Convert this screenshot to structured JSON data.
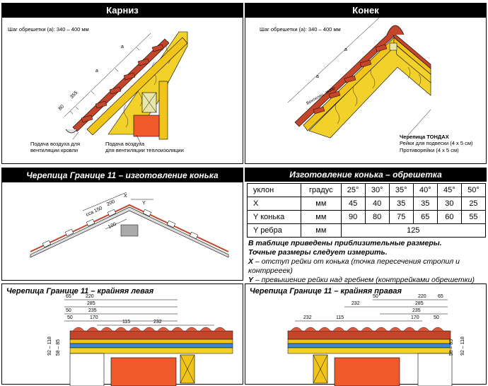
{
  "eaves": {
    "title": "Карниз",
    "pitch_note": "Шаг обрешетки (а): 340 – 400 мм",
    "dim_80": "80",
    "dim_355": "355",
    "dim_a": "а",
    "note_left": "Подача воздуха для\nвентиляции кровли",
    "note_right": "Подача воздуха\nдля вентиляции теплоизоляции"
  },
  "ridge": {
    "title": "Конек",
    "pitch_note": "Шаг обрешетки (а): 340 – 400 мм",
    "dim_a": "а",
    "vent_label": "Вентиляц. зазор",
    "legend_title": "Черепица ТОНДАХ",
    "legend_line1": "Рейки для подвески (4 х 5 см)",
    "legend_line2": "Противорейки (4 х 5 см)"
  },
  "ridge_making": {
    "title": "Черепица Границе 11 – изготовление конька",
    "dim_x": "X",
    "dim_y": "Y",
    "dim_150": "cca 150",
    "dim_200": "200",
    "dim_100": "100"
  },
  "batten_table": {
    "title": "Изготовление конька – обрешетка",
    "header": [
      "уклон",
      "градус",
      "25°",
      "30°",
      "35°",
      "40°",
      "45°",
      "50°"
    ],
    "rows": [
      {
        "label": "X",
        "unit": "мм",
        "values": [
          "45",
          "40",
          "35",
          "35",
          "30",
          "25"
        ]
      },
      {
        "label": "Y конька",
        "unit": "мм",
        "values": [
          "90",
          "80",
          "75",
          "65",
          "60",
          "55"
        ]
      },
      {
        "label": "Y ребра",
        "unit": "мм",
        "merged": "125"
      }
    ],
    "note_bold1": "В таблице приведены приблизительные размеры.",
    "note_bold2": "Точные размеры следует измерить.",
    "note_x_key": "X",
    "note_x": " – отступ рейки от конька (точка пересечения стропил и контррееек)",
    "note_y_key": "Y",
    "note_y": " – превышение рейки над гребнем (контррейками обрешетки)"
  },
  "left_edge": {
    "title": "Черепица Границе 11  – крайняя левая",
    "dims": [
      "65",
      "220",
      "285",
      "50",
      "235",
      "170",
      "50",
      "115",
      "232",
      "92 – 118",
      "58 – 85"
    ]
  },
  "right_edge": {
    "title": "Черепица Границе 11 – крайняя правая",
    "dims": [
      "50",
      "220",
      "65",
      "232",
      "115",
      "232",
      "285",
      "235",
      "170",
      "50",
      "92 – 118",
      "58 – 85"
    ]
  },
  "colors": {
    "insulation": "#f2d22a",
    "tile": "#c4452a",
    "brick": "#ee5a2a",
    "header_bg": "#000000",
    "rafter": "#f0c419",
    "beam": "#e8e6a8"
  }
}
